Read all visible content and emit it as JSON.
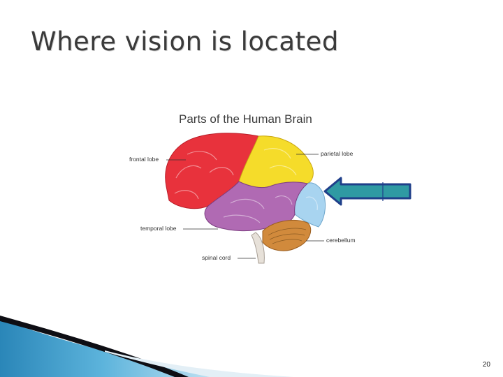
{
  "slide": {
    "title": "Where vision is located",
    "page_number": "20"
  },
  "figure": {
    "title": "Parts of the Human Brain",
    "labels": {
      "frontal": "frontal lobe",
      "parietal": "parietal lobe",
      "temporal": "temporal lobe",
      "cerebellum": "cerebellum",
      "spinal": "spinal cord"
    }
  },
  "colors": {
    "frontal_lobe": "#e8323c",
    "parietal_lobe": "#f5dc2a",
    "temporal_lobe": "#b06ab3",
    "occipital_lobe": "#a8d4f0",
    "cerebellum": "#d18a3c",
    "arrow_fill": "#2f9aa3",
    "arrow_stroke": "#1f3f8a"
  },
  "icons": {
    "pointer": "left-arrow-icon"
  }
}
